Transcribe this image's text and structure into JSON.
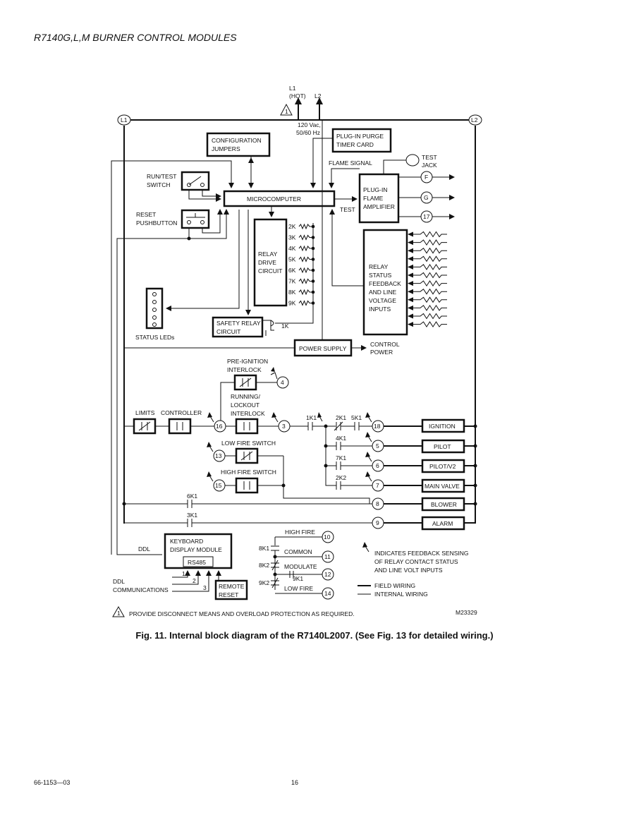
{
  "header": {
    "title": "R7140G,L,M BURNER CONTROL MODULES"
  },
  "figure": {
    "caption": "Fig. 11.  Internal block diagram of the R7140L2007. (See Fig. 13 for detailed wiring.)",
    "drawing_number": "M23329"
  },
  "footer": {
    "doc_number": "66-1153—03",
    "page_number": "16"
  },
  "diagram": {
    "power": {
      "l1_label": "L1",
      "hot_label": "(HOT)",
      "l2_label": "L2",
      "supply_line1": "120 Vac,",
      "supply_line2": "50/60 Hz",
      "warning_mark": "1"
    },
    "blocks": {
      "config_line1": "CONFIGURATION",
      "config_line2": "JUMPERS",
      "purge_line1": "PLUG-IN PURGE",
      "purge_line2": "TIMER CARD",
      "microcomputer": "MICROCOMPUTER",
      "amp_line1": "PLUG-IN",
      "amp_line2": "FLAME",
      "amp_line3": "AMPLIFIER",
      "relay_drive_line1": "RELAY",
      "relay_drive_line2": "DRIVE",
      "relay_drive_line3": "CIRCUIT",
      "status_line1": "RELAY",
      "status_line2": "STATUS",
      "status_line3": "FEEDBACK",
      "status_line4": "AND LINE",
      "status_line5": "VOLTAGE",
      "status_line6": "INPUTS",
      "safety_line1": "SAFETY RELAY",
      "safety_line2": "CIRCUIT",
      "safety_coil": "1K",
      "power_supply": "POWER SUPPLY",
      "control_power_line1": "CONTROL",
      "control_power_line2": "POWER",
      "status_leds": "STATUS LEDs",
      "keyboard_line1": "KEYBOARD",
      "keyboard_line2": "DISPLAY MODULE",
      "rs485": "RS485",
      "remote_reset_line1": "REMOTE",
      "remote_reset_line2": "RESET"
    },
    "labels": {
      "run_test_line1": "RUN/TEST",
      "run_test_line2": "SWITCH",
      "reset_line1": "RESET",
      "reset_line2": "PUSHBUTTON",
      "flame_signal": "FLAME SIGNAL",
      "test": "TEST",
      "test_jack_line1": "TEST",
      "test_jack_line2": "JACK",
      "pre_ignition_line1": "PRE-IGNITION",
      "pre_ignition_line2": "INTERLOCK",
      "running_line1": "RUNNING/",
      "running_line2": "LOCKOUT",
      "running_line3": "INTERLOCK",
      "limits": "LIMITS",
      "controller": "CONTROLLER",
      "low_fire_switch": "LOW FIRE SWITCH",
      "high_fire_switch": "HIGH FIRE SWITCH",
      "ddl": "DDL",
      "ddl_comm_line1": "DDL",
      "ddl_comm_line2": "COMMUNICATIONS",
      "high_fire": "HIGH FIRE",
      "common": "COMMON",
      "modulate": "MODULATE",
      "low_fire": "LOW FIRE"
    },
    "relays": [
      "2K",
      "3K",
      "4K",
      "5K",
      "6K",
      "7K",
      "8K",
      "9K"
    ],
    "contacts": {
      "c1k1": "1K1",
      "c2k1": "2K1",
      "c5k1": "5K1",
      "c4k1": "4K1",
      "c7k1": "7K1",
      "c2k2": "2K2",
      "c6k1": "6K1",
      "c3k1": "3K1",
      "c8k1": "8K1",
      "c8k2": "8K2",
      "c9k1": "9K1",
      "c9k2": "9K2"
    },
    "terminals": {
      "f": "F",
      "g": "G",
      "t17": "17",
      "t4": "4",
      "t16": "16",
      "t3": "3",
      "t18": "18",
      "t5": "5",
      "t6": "6",
      "t7": "7",
      "t13": "13",
      "t15": "15",
      "t8": "8",
      "t9": "9",
      "t10": "10",
      "t11": "11",
      "t12": "12",
      "t14": "14"
    },
    "loads": {
      "ignition": "IGNITION",
      "pilot": "PILOT",
      "pilot_v2": "PILOT/V2",
      "main_valve": "MAIN VALVE",
      "blower": "BLOWER",
      "alarm": "ALARM"
    },
    "ddl_pins": [
      "1",
      "2",
      "3"
    ],
    "legend": {
      "feedback_line1": "INDICATES FEEDBACK SENSING",
      "feedback_line2": "OF RELAY CONTACT STATUS",
      "feedback_line3": "AND LINE VOLT INPUTS",
      "field_wiring": "FIELD WIRING",
      "internal_wiring": "INTERNAL WIRING"
    },
    "note": "PROVIDE DISCONNECT MEANS AND OVERLOAD PROTECTION AS REQUIRED."
  }
}
